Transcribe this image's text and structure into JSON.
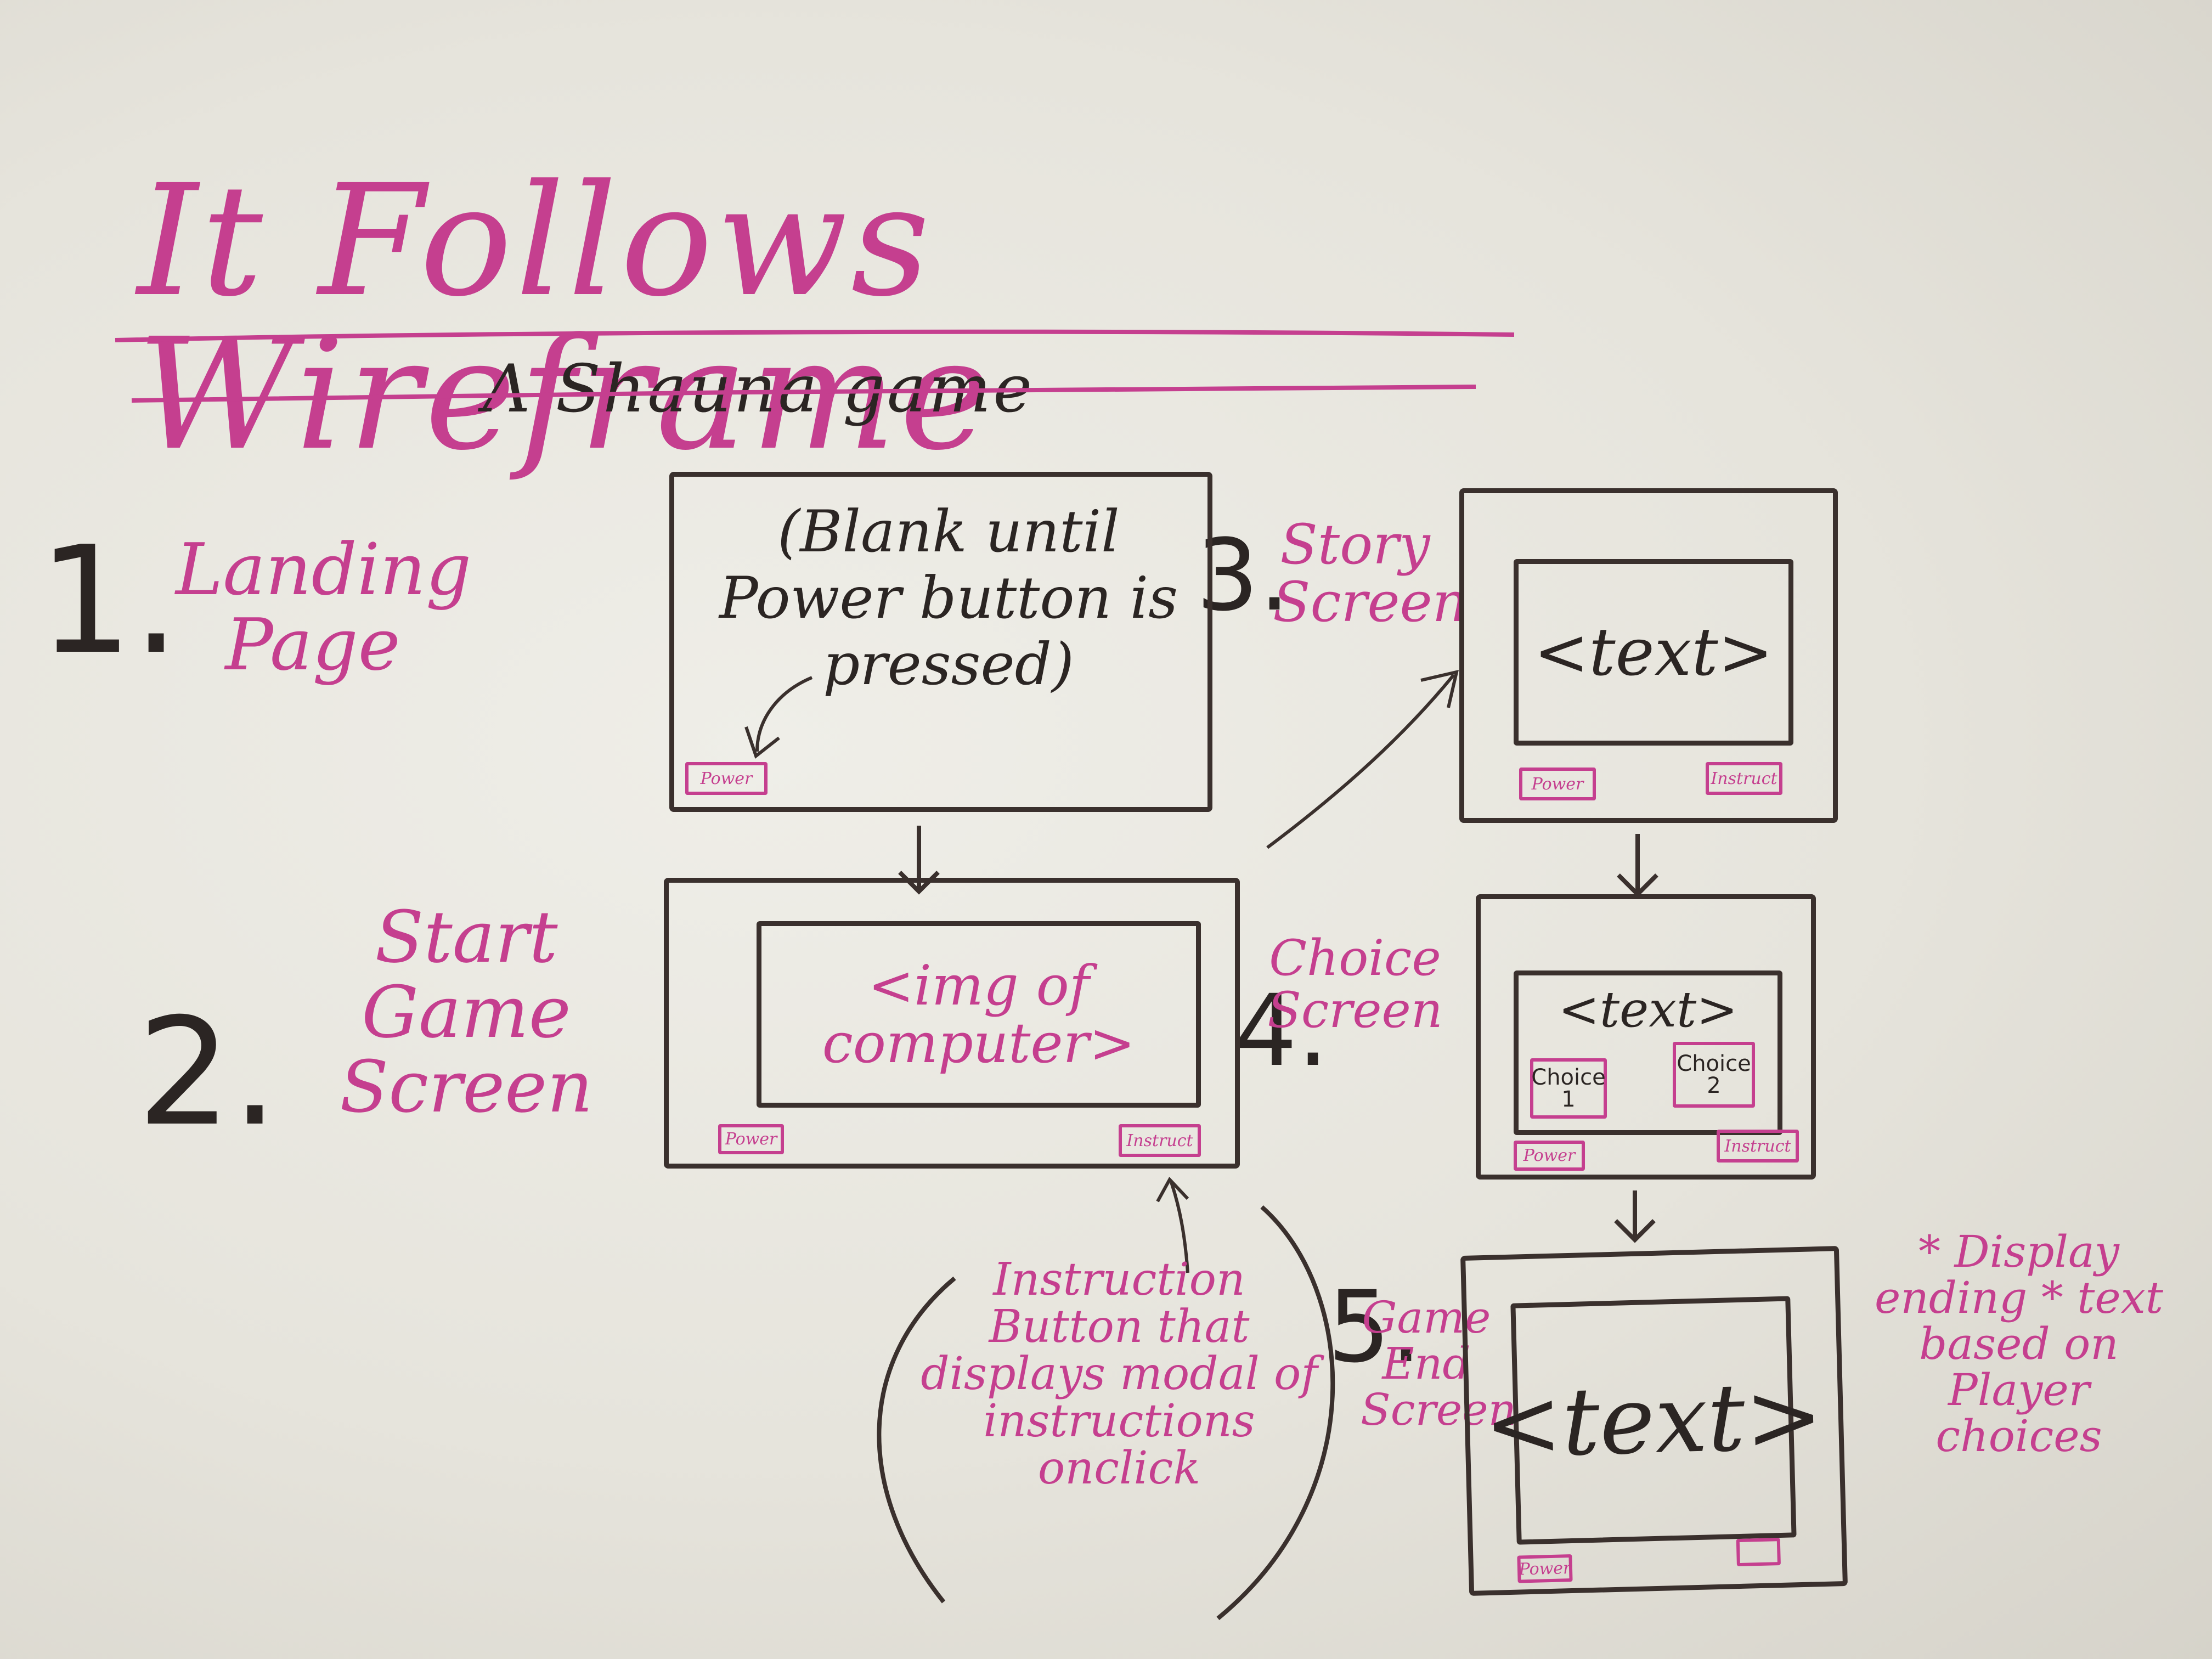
{
  "title": "It Follows Wireframe",
  "subtitle": "A Shauna game",
  "steps": [
    {
      "number": "1.",
      "label": "Landing Page"
    },
    {
      "number": "2.",
      "label": "Start Game Screen"
    },
    {
      "number": "3.",
      "label": "Story Screen"
    },
    {
      "number": "4.",
      "label": "Choice Screen"
    },
    {
      "number": "5.",
      "label": "Game End Screen"
    }
  ],
  "landing": {
    "blank_note": "(Blank until Power button is pressed)",
    "power": "Power"
  },
  "start": {
    "image_placeholder": "<img of computer>",
    "power": "Power",
    "instruct": "Instruct"
  },
  "story": {
    "text": "<text>",
    "power": "Power",
    "instruct": "Instruct"
  },
  "choice": {
    "text": "<text>",
    "choice1": "Choice 1",
    "choice2": "Choice 2",
    "power": "Power",
    "instruct": "Instruct"
  },
  "end": {
    "text": "<text>",
    "power": "Power"
  },
  "notes": {
    "instruction": "Instruction Button that displays modal of instructions onclick",
    "ending": "* Display ending * text based on Player choices"
  },
  "colors": {
    "dark_ink": "#2b2523",
    "pink_ink": "#c53f8f",
    "board": "#e9e7e0"
  }
}
